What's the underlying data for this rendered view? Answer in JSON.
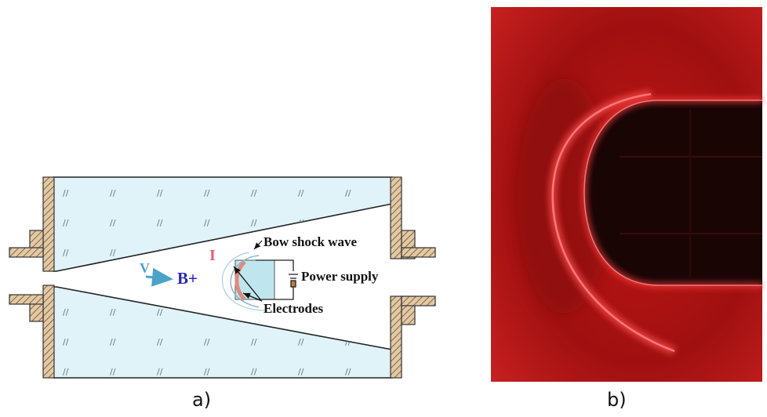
{
  "panel_a": {
    "caption": "a)",
    "labels": {
      "velocity": "V",
      "ion": "B+",
      "current": "I",
      "bow_shock": "Bow shock wave",
      "power_supply": "Power supply",
      "electrodes": "Electrodes"
    },
    "colors": {
      "flow_fill": "#dff3f8",
      "hatch_wall": "#e2c9a6",
      "velocity": "#4aa3c8",
      "ion": "#2828b8",
      "current": "#e06070",
      "electrode_arc": "#e08a80"
    }
  },
  "panel_b": {
    "caption": "b)",
    "colors": {
      "glow": "#ff3030",
      "background": "#b01818"
    }
  }
}
